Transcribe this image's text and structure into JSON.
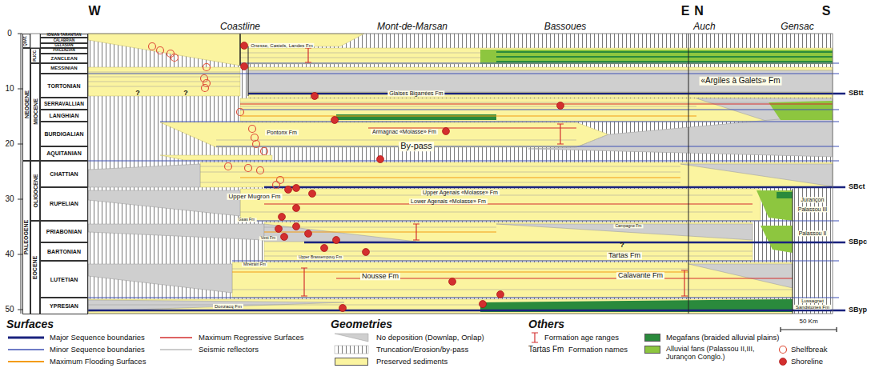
{
  "diagram": {
    "nodes": [
      {
        "text": [
          "QUAT."
        ]
      },
      {
        "text": [
          "NEOGENE"
        ]
      },
      {
        "text": [
          "PLIOC."
        ]
      },
      {
        "text": [
          "MIOCENE"
        ]
      },
      {
        "text": [
          "IONIAN TARANTIAN"
        ]
      },
      {
        "text": [
          "CALABRIAN"
        ]
      },
      {
        "text": [
          "GELASIAN"
        ]
      },
      {
        "text": [
          "PIACENZIAN"
        ]
      },
      {
        "text": [
          "ZANCLEAN"
        ]
      },
      {
        "text": [
          "MESSINIAN"
        ]
      },
      {
        "text": [
          "TORTONIAN"
        ]
      },
      {
        "text": [
          "SERRAVALLIAN"
        ]
      },
      {
        "text": [
          "LANGHIAN"
        ]
      },
      {
        "text": [
          "BURDIGALIAN"
        ]
      },
      {
        "text": [
          "AQUITANIAN"
        ]
      },
      {
        "text": [
          "PALEOGENE"
        ]
      },
      {
        "text": [
          "OLIGOCENE"
        ]
      },
      {
        "text": [
          "EOCENE"
        ]
      },
      {
        "text": [
          "CHATTIAN"
        ]
      },
      {
        "text": [
          "RUPELIAN"
        ]
      },
      {
        "text": [
          "PRIABONIAN"
        ]
      },
      {
        "text": [
          "BARTONIAN"
        ]
      },
      {
        "text": [
          "LUTETIAN"
        ]
      },
      {
        "text": [
          "YPRESIAN"
        ]
      }
    ],
    "labels": [
      "W",
      "Coastline",
      "Mont-de-Marsan",
      "Bassoues",
      "E",
      "N",
      "Auch",
      "Gensac",
      "S",
      "0",
      "10",
      "20",
      "30",
      "40",
      "50",
      "Onesse, Castels, Landes Fm",
      "Glaises Bigarrées Fm",
      "«Argiles à Galets» Fm",
      "?",
      "?",
      "Pontonx Fm",
      "Armagnac «Molasse» Fm",
      "By-pass",
      "Upper Mugron Fm",
      "Upper Agenais «Molasse» Fm",
      "Lower Agenais «Molasse» Fm",
      "Gaas Fm",
      "Campagne Fm",
      "Vest Fm",
      "?",
      "Tartas Fm",
      "Upper Brassempouy Fm",
      "Miretrain Fm",
      "Nousse Fm",
      "Calavante Fm",
      "Donzacq Fm",
      "Jurançon",
      "Palassou III",
      "Palassou II",
      "Lussagnet",
      "Sandstones Fm",
      "SBtt",
      "SBct",
      "SBpc",
      "SByp",
      "Surfaces",
      "Geometries",
      "Others",
      "Tartas Fm",
      "50 Km"
    ],
    "legend": [
      {
        "text": "Major Sequence boundaries"
      },
      {
        "text": "Minor Sequence boundaries"
      },
      {
        "text": "Maximum Flooding Surfaces"
      },
      {
        "text": "Maximum Regressive Surfaces"
      },
      {
        "text": "Seismic reflectors"
      },
      {
        "text": "No deposition (Downlap, Onlap)"
      },
      {
        "text": "Truncation/Erosion/by-pass"
      },
      {
        "text": "Preserved sediments",
        "color": "#fbf4a0"
      },
      {
        "text": "Formation age ranges"
      },
      {
        "text": "Formation names"
      },
      {
        "text": "Megafans (braided alluvial plains)",
        "color": "#2a8a3c"
      },
      {
        "text": "Alluvial fans (Palassou II,III, Jurançon Conglo.)",
        "color": "#8dc63f"
      },
      {
        "text": "Shelfbreak"
      },
      {
        "text": "Shoreline"
      }
    ]
  }
}
